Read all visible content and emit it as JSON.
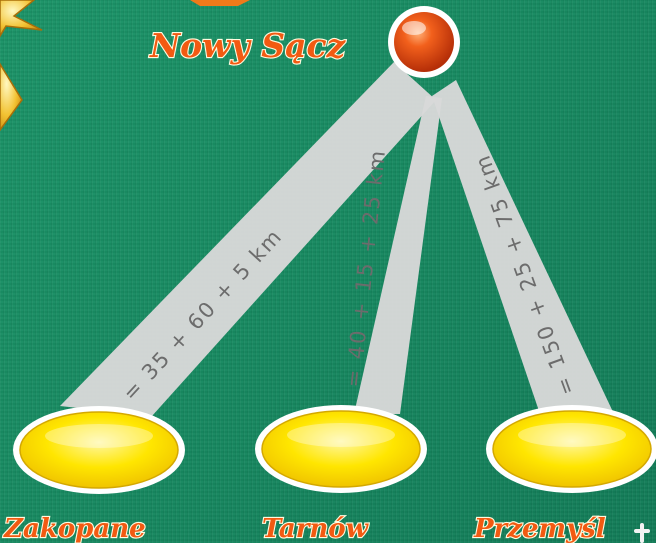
{
  "top_city": "Nowy Sącz",
  "branches": [
    {
      "city": "Zakopane",
      "equation": "= 35 + 60 + 5 km"
    },
    {
      "city": "Tarnów",
      "equation": "= 40 + 15 + 25 km"
    },
    {
      "city": "Przemyśl",
      "equation": "= 150 + 25 + 75 km"
    }
  ],
  "colors": {
    "background": "#178860",
    "label": "#f25a12",
    "answer_disc": "#ffe600",
    "top_ball": "#e8481a",
    "ray": "#d9d9d9"
  }
}
